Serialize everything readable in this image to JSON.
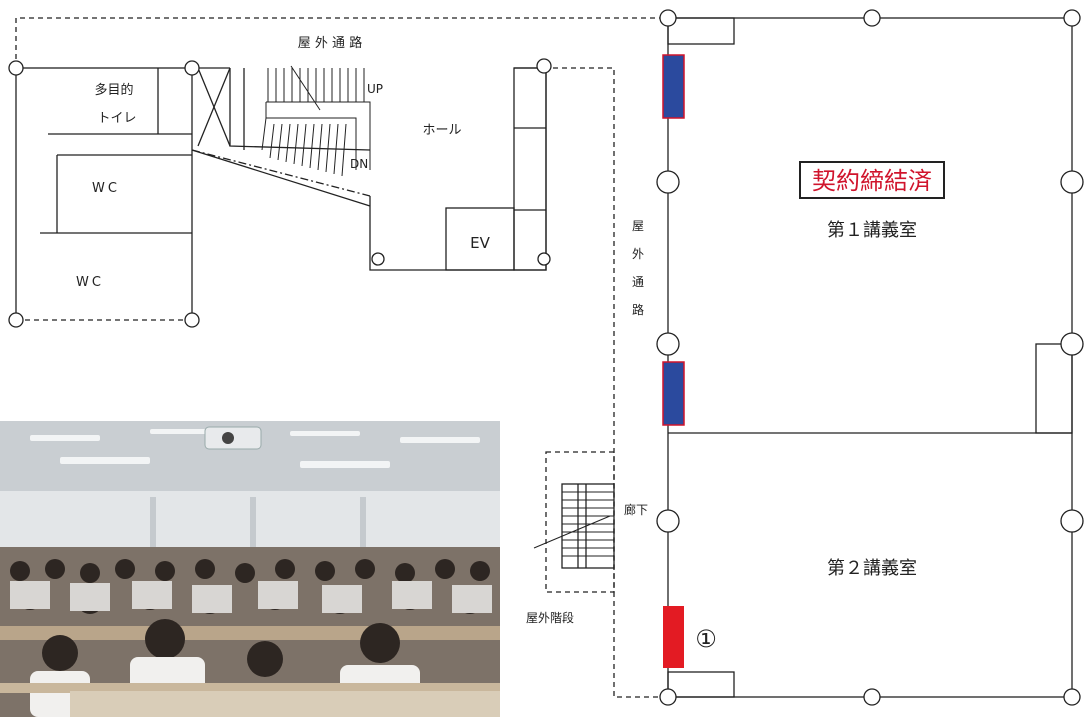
{
  "plan": {
    "outdoor_passage_top": "屋 外 通 路",
    "outdoor_passage_vertical": [
      "屋",
      "外",
      "通",
      "路"
    ],
    "multipurpose_toilet": [
      "多目的",
      "トイレ"
    ],
    "wc_upper": "WC",
    "wc_lower": "WC",
    "stair_up": "UP",
    "stair_down": "DN",
    "hall": "ホール",
    "elevator": "EV",
    "contract_badge": "契約締結済",
    "lecture_room_1": "第１講義室",
    "lecture_room_2": "第２講義室",
    "corridor": "廊下",
    "outdoor_stairs": "屋外階段",
    "marker_1": "①"
  },
  "colors": {
    "line": "#222222",
    "badge_text": "#d0142c",
    "blue_panel": "#2b4a9e",
    "panel_border": "#d0142c",
    "red_panel": "#e31b23"
  },
  "photo": {
    "subject": "lecture hall with seated students facing projector"
  }
}
